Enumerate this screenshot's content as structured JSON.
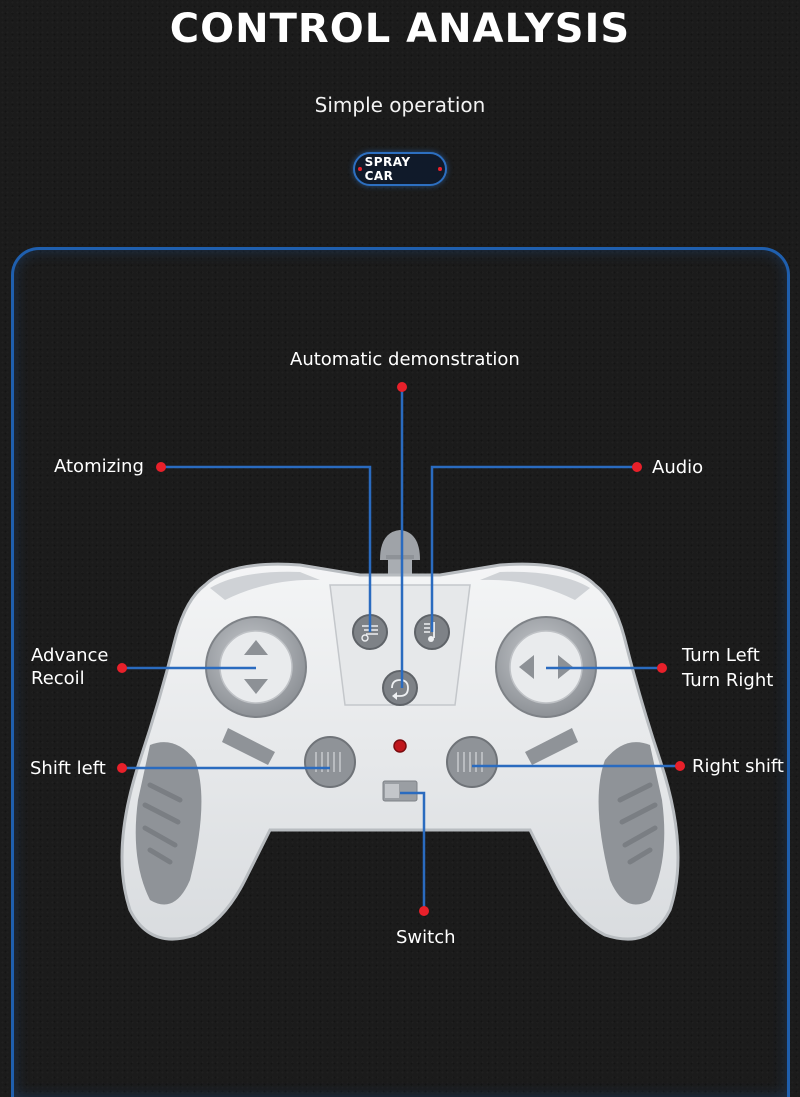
{
  "header": {
    "title": "CONTROL ANALYSIS",
    "subtitle": "Simple operation",
    "badge": "SPRAY CAR"
  },
  "labels": {
    "auto_demo": "Automatic demonstration",
    "atomizing": "Atomizing",
    "audio": "Audio",
    "advance": "Advance",
    "recoil": "Recoil",
    "turn_left": "Turn Left",
    "turn_right": "Turn Right",
    "shift_left": "Shift left",
    "right_shift": "Right shift",
    "switch": "Switch"
  },
  "colors": {
    "accent_blue": "#1f5fae",
    "marker_red": "#e8202a",
    "controller_body": "#eceef0",
    "controller_grey": "#9a9da2"
  }
}
